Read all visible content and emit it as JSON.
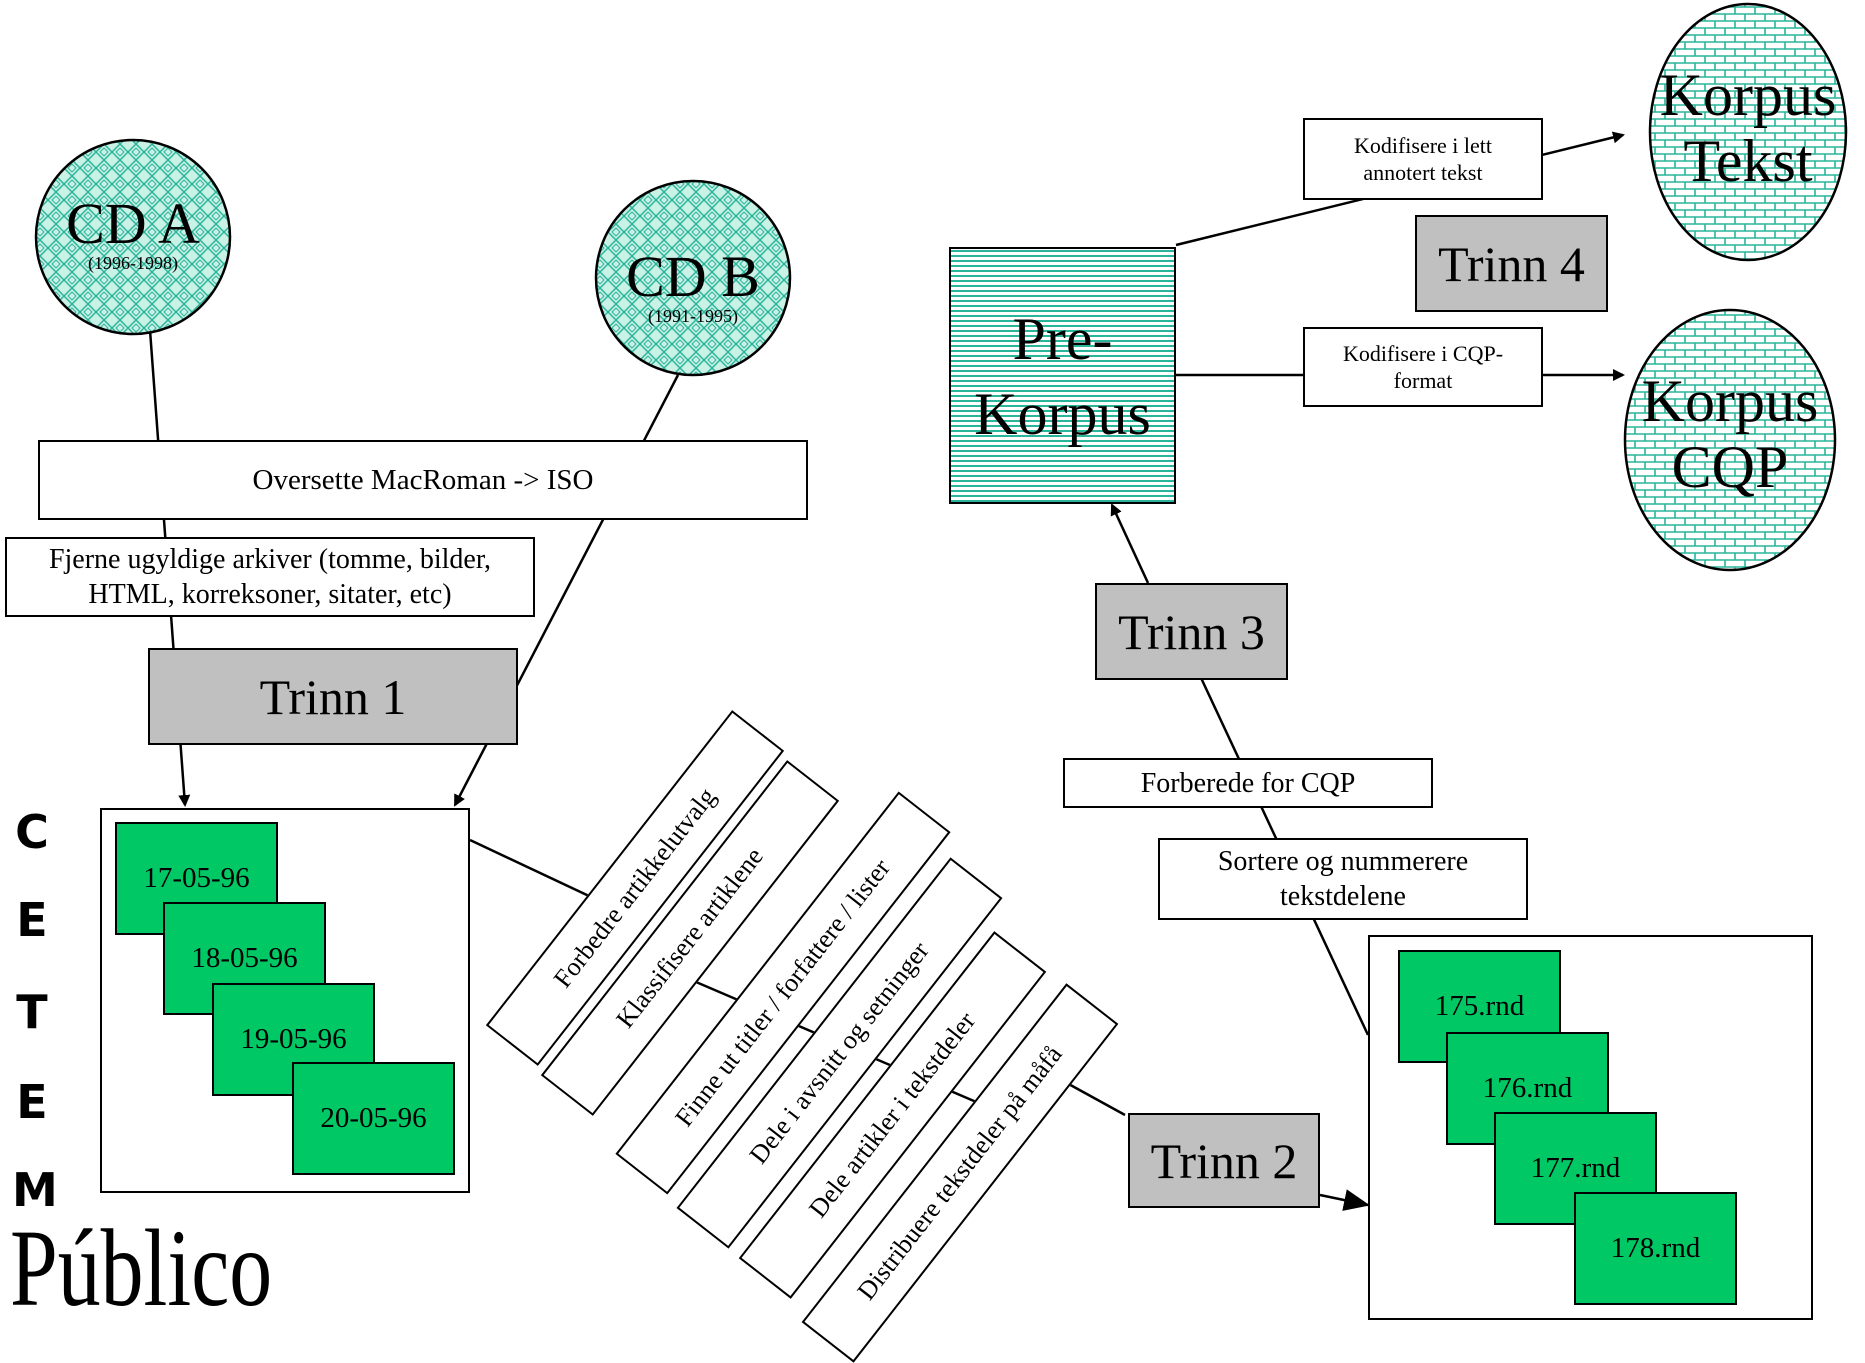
{
  "sources": {
    "cd_a": {
      "title": "CD A",
      "years": "(1996-1998)"
    },
    "cd_b": {
      "title": "CD B",
      "years": "(1991-1995)"
    }
  },
  "steps": {
    "translate": "Oversette MacRoman -> ISO",
    "remove_archives": "Fjerne ugyldige arkiver (tomme, bilder, HTML, korreksoner, sitater, etc)",
    "trinn1": "Trinn 1",
    "trinn2": "Trinn 2",
    "trinn3": "Trinn 3",
    "trinn4": "Trinn 4",
    "prepare_cqp": "Forberede for CQP",
    "sort_number": "Sortere og nummerere tekstdelene",
    "encode_light": "Kodifisere i lett annotert tekst",
    "encode_cqp": "Kodifisere i CQP-format"
  },
  "date_files": [
    "17-05-96",
    "18-05-96",
    "19-05-96",
    "20-05-96"
  ],
  "rnd_files": [
    "175.rnd",
    "176.rnd",
    "177.rnd",
    "178.rnd"
  ],
  "trinn2_tasks": [
    "Forbedre artikkelutvalg",
    "Klassifisere artiklene",
    "Finne ut titler / forfattere / lister",
    "Dele i avsnitt og setninger",
    "Dele artikler i tekstdeler",
    "Distribuere tekstdeler på måfå"
  ],
  "prekorpus": {
    "line1": "Pre-",
    "line2": "Korpus"
  },
  "korpus_tekst": {
    "line1": "Korpus",
    "line2": "Tekst"
  },
  "korpus_cqp": {
    "line1": "Korpus",
    "line2": "CQP"
  },
  "branding": {
    "cetem": [
      "C",
      "E",
      "T",
      "E",
      "M"
    ],
    "publico": "Público"
  },
  "colors": {
    "teal_pattern": "#2ab59a",
    "circle_fill": "#c9f1e6",
    "file_green": "#00c864",
    "trinn_gray": "#c0c0c0"
  }
}
